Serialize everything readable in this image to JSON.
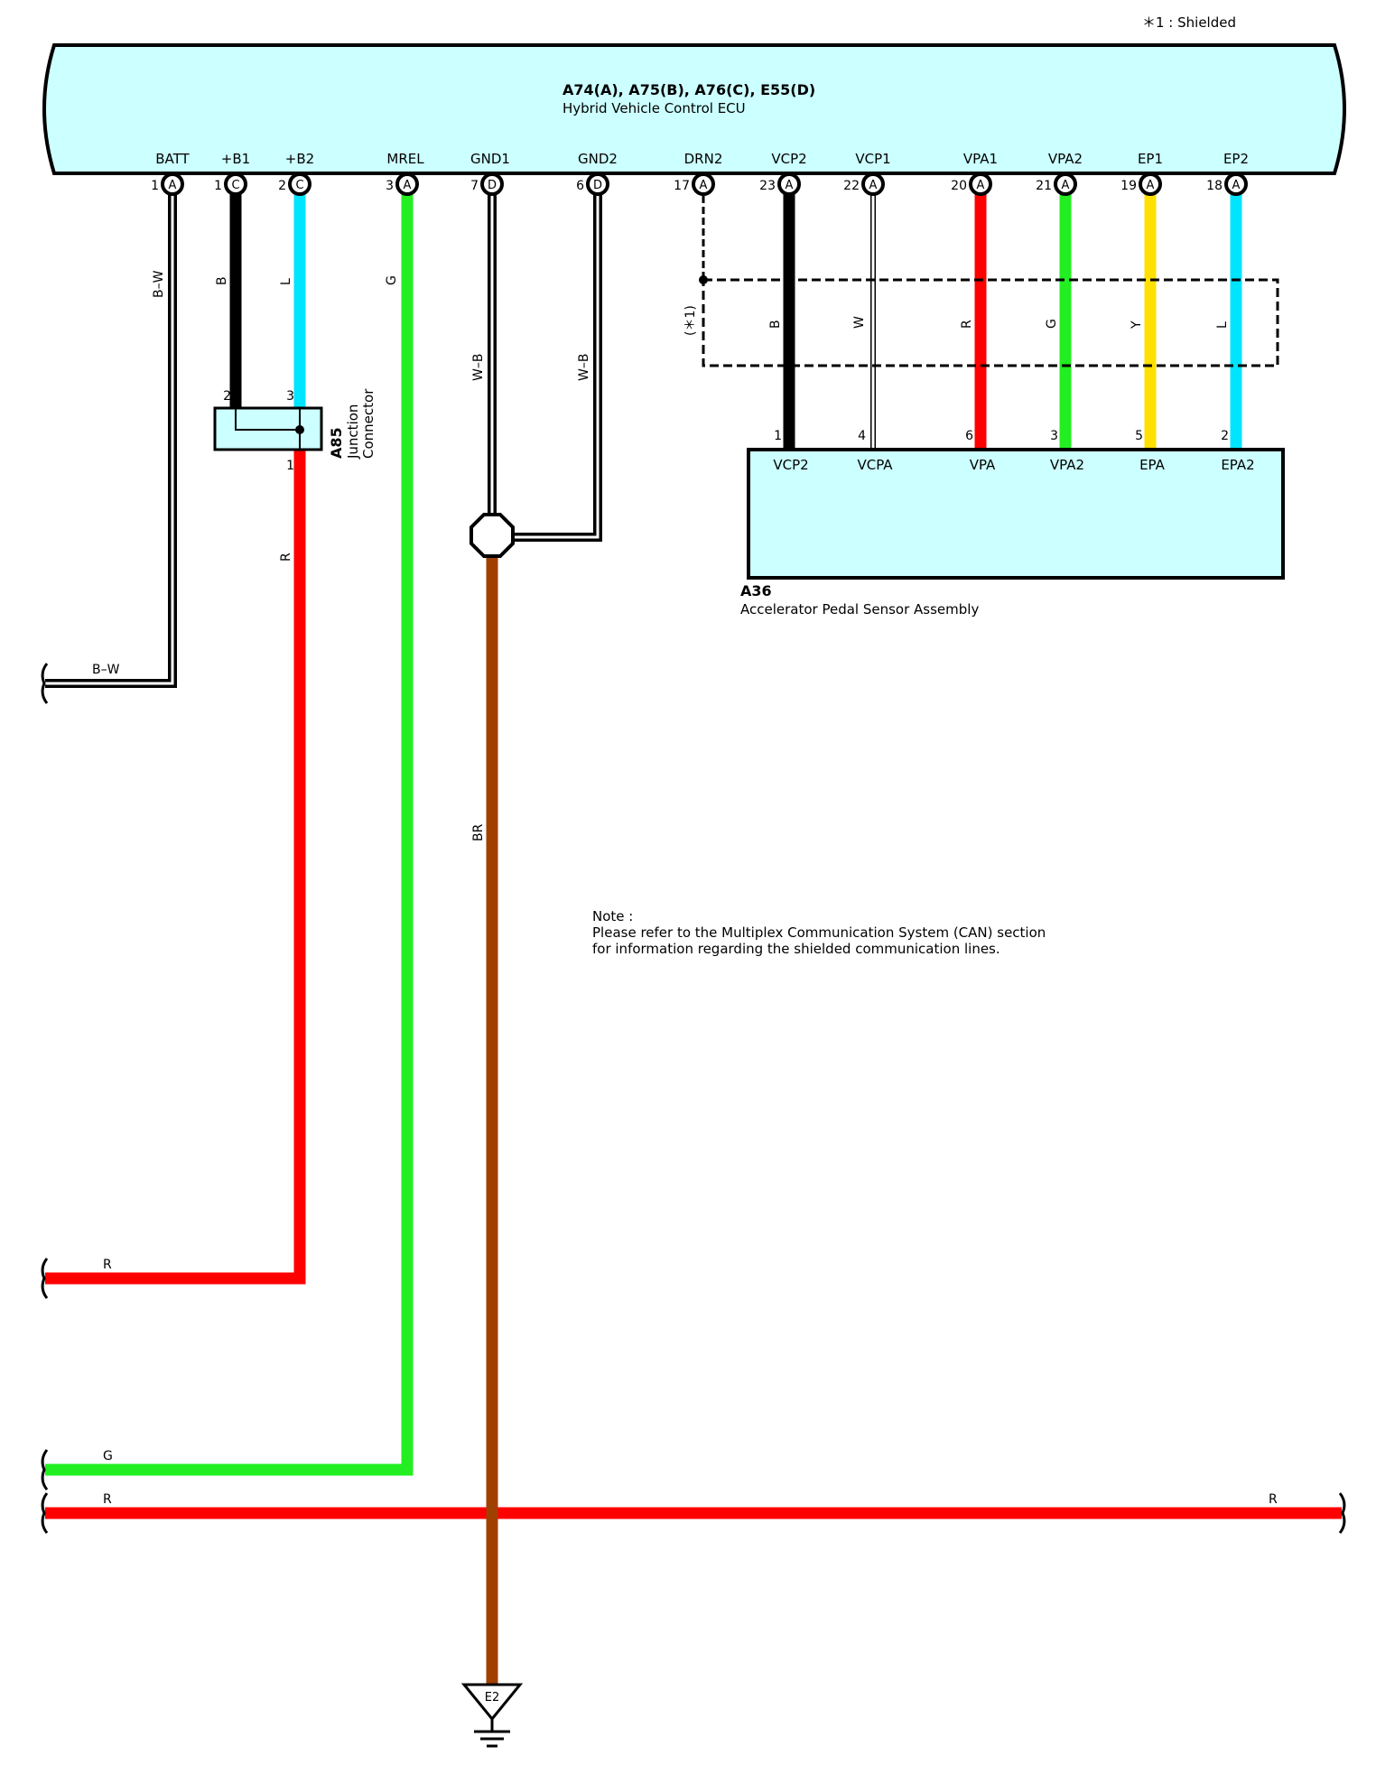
{
  "legend": "＊1 : Shielded",
  "ecu": {
    "connectors": "A74(A), A75(B), A76(C), E55(D)",
    "name": "Hybrid Vehicle Control ECU"
  },
  "pins": [
    {
      "label": "BATT",
      "num": "1",
      "conn": "A"
    },
    {
      "label": "+B1",
      "num": "1",
      "conn": "C"
    },
    {
      "label": "+B2",
      "num": "2",
      "conn": "C"
    },
    {
      "label": "MREL",
      "num": "3",
      "conn": "A"
    },
    {
      "label": "GND1",
      "num": "7",
      "conn": "D"
    },
    {
      "label": "GND2",
      "num": "6",
      "conn": "D"
    },
    {
      "label": "DRN2",
      "num": "17",
      "conn": "A"
    },
    {
      "label": "VCP2",
      "num": "23",
      "conn": "A"
    },
    {
      "label": "VCP1",
      "num": "22",
      "conn": "A"
    },
    {
      "label": "VPA1",
      "num": "20",
      "conn": "A"
    },
    {
      "label": "VPA2",
      "num": "21",
      "conn": "A"
    },
    {
      "label": "EP1",
      "num": "19",
      "conn": "A"
    },
    {
      "label": "EP2",
      "num": "18",
      "conn": "A"
    }
  ],
  "wire_colors": {
    "batt": "B–W",
    "b1": "B",
    "b2": "L",
    "mrel": "G",
    "gnd1": "W–B",
    "gnd2": "W–B",
    "junction_out": "R",
    "ground_trunk": "BR",
    "vcp2": "B",
    "vcp1": "W",
    "vpa1": "R",
    "vpa2": "G",
    "ep1": "Y",
    "ep2": "L"
  },
  "shield_label": "(＊1)",
  "junction": {
    "id": "A85",
    "name_line1": "Junction",
    "name_line2": "Connector",
    "pin_in_b1": "2",
    "pin_in_b2": "3",
    "pin_out": "1"
  },
  "sensor": {
    "id": "A36",
    "name": "Accelerator Pedal Sensor Assembly",
    "pins": [
      {
        "label": "VCP2",
        "num": "1"
      },
      {
        "label": "VCPA",
        "num": "4"
      },
      {
        "label": "VPA",
        "num": "6"
      },
      {
        "label": "VPA2",
        "num": "3"
      },
      {
        "label": "EPA",
        "num": "5"
      },
      {
        "label": "EPA2",
        "num": "2"
      }
    ]
  },
  "offpage": {
    "batt_label": "B–W",
    "r_upper_label": "R",
    "g_label": "G",
    "r_left_label": "R",
    "r_right_label": "R"
  },
  "ground": {
    "id": "E2"
  },
  "note": {
    "line1": "Note :",
    "line2": "Please refer to the Multiplex Communication System (CAN) section",
    "line3": "for information regarding the shielded communication lines."
  },
  "colors": {
    "ecu_fill": "#ccffff",
    "black": "#000000",
    "blue": "#00e5ff",
    "red": "#ff0000",
    "green": "#22ee22",
    "yellow": "#ffe000",
    "brown": "#a04000",
    "white": "#ffffff"
  }
}
